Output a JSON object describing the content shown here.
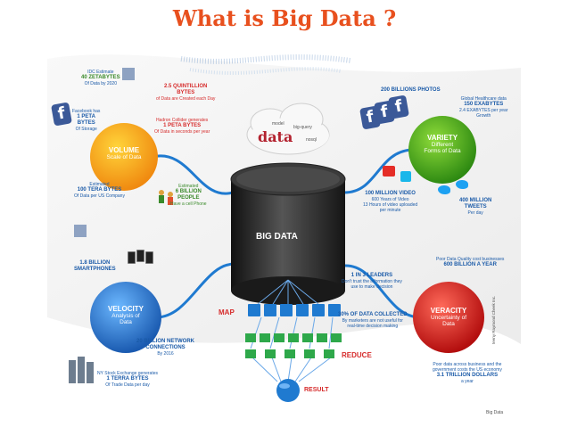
{
  "title": "What is Big Data ?",
  "center": {
    "label": "BIG DATA"
  },
  "cloud": {
    "main": "data",
    "words": [
      "big-query",
      "model",
      "nosql"
    ]
  },
  "volume": {
    "heading": "VOLUME",
    "sub": "Scale of Data",
    "facts": [
      {
        "lines": [
          "IDC Estimate",
          "40 ZETABYTES",
          "Of Data by 2020"
        ]
      },
      {
        "lines": [
          "Facebook has",
          "1 PETA",
          "BYTES",
          "Of Storage"
        ]
      },
      {
        "lines": [
          "2.5 QUINTILLION",
          "BYTES",
          "of Data are Created each Day"
        ]
      },
      {
        "lines": [
          "Hadron Collider generates",
          "1 PETA BYTES",
          "Of Data in seconds per year"
        ]
      },
      {
        "lines": [
          "Estimated",
          "100 TERA BYTES",
          "Of Data per US Company"
        ]
      },
      {
        "lines": [
          "Estimated",
          "6 BILLION",
          "PEOPLE",
          "Have a cell Phone"
        ]
      }
    ]
  },
  "variety": {
    "heading": "VARIETY",
    "sub1": "Different",
    "sub2": "Forms of Data",
    "facts": [
      {
        "lines": [
          "200 BILLIONS PHOTOS"
        ]
      },
      {
        "lines": [
          "Global Healthcare data",
          "150 EXABYTES",
          "2.4 EXABYTES per year",
          "Growth"
        ]
      },
      {
        "lines": [
          "100 MILLION VIDEO",
          "600 Years of Video",
          "13 Hours of video uploaded",
          "per minute"
        ]
      },
      {
        "lines": [
          "400 MILLION",
          "TWEETS",
          "Per day"
        ]
      }
    ]
  },
  "velocity": {
    "heading": "VELOCITY",
    "sub1": "Analysis of",
    "sub2": "Data",
    "facts": [
      {
        "lines": [
          "1.8 BILLION",
          "SMARTPHONES"
        ]
      },
      {
        "lines": [
          "20 BILLION NETWORK",
          "CONNECTIONS",
          "By 2016"
        ]
      },
      {
        "lines": [
          "NY Stock Exchange generates",
          "1 TERRA BYTES",
          "Of Trade Data per day"
        ]
      }
    ]
  },
  "veracity": {
    "heading": "VERACITY",
    "sub1": "Uncertainty of",
    "sub2": "Data",
    "facts": [
      {
        "lines": [
          "1 IN 3 LEADERS",
          "Don't trust the information they",
          "use to make decision"
        ]
      },
      {
        "lines": [
          "Poor Data Quality cost businesses",
          "600 BILLION A YEAR"
        ]
      },
      {
        "lines": [
          "30% OF DATA COLLECTED",
          "By marketers are not useful for",
          "real-time decision making"
        ]
      },
      {
        "lines": [
          "Poor data across business and the",
          "government costs the US economy",
          "3.1 TRILLION DOLLARS",
          "a year"
        ]
      }
    ]
  },
  "flow": {
    "map": "MAP",
    "reduce": "REDUCE",
    "result": "RESULT"
  },
  "footer": {
    "source": "Big Data",
    "credit": "teeny Raymond Cheek Inc."
  },
  "colors": {
    "title": "#e8501e",
    "volume": "#f5a623",
    "variety": "#4cae1f",
    "velocity": "#2f7fd3",
    "veracity": "#d61f1f",
    "flow_blue": "#1f7ad0",
    "cylinder": "#2a2a2a"
  }
}
